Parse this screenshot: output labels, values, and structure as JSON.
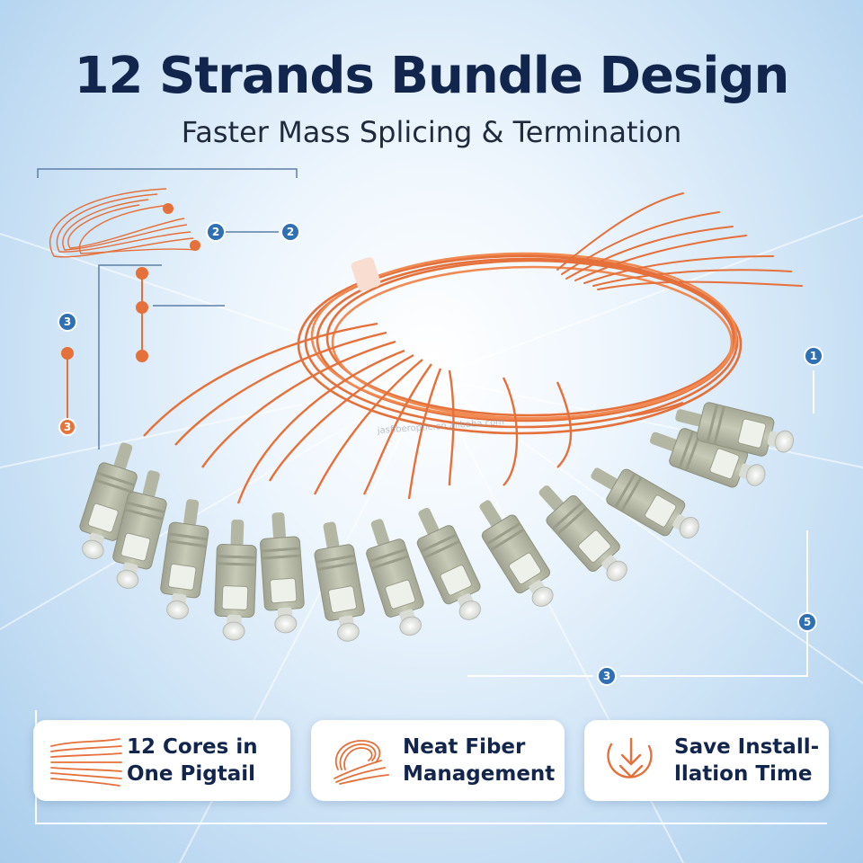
{
  "header": {
    "title": "12 Strands Bundle Design",
    "subtitle": "Faster Mass Splicing & Termination"
  },
  "watermark": "jasfiberoptic.en.alibaba.com",
  "callout_markers": [
    "2",
    "2",
    "3",
    "3",
    "1",
    "5",
    "3"
  ],
  "colors": {
    "title": "#12264d",
    "fiber_orange": "#e5703a",
    "connector_beige": "#b9bba8",
    "marker_blue": "#2f6fb3",
    "marker_orange": "#e8733a"
  },
  "features": [
    {
      "icon": "fiber-strands-icon",
      "label": "12 Cores in\nOne Pigtail"
    },
    {
      "icon": "coiled-fiber-icon",
      "label": "Neat Fiber\nManagement"
    },
    {
      "icon": "download-clock-icon",
      "label": "Save Install-\nllation Time"
    }
  ]
}
